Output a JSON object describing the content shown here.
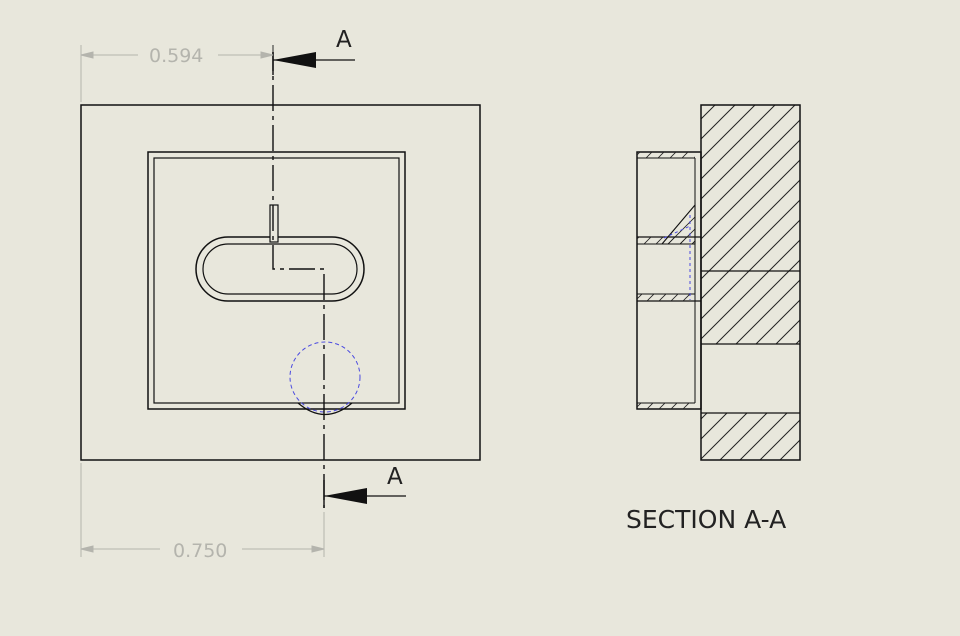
{
  "dimensions": {
    "horizontal_top": "0.594",
    "horizontal_bottom": "0.750"
  },
  "section_labels": {
    "top": "A",
    "bottom": "A"
  },
  "section_caption": "SECTION A-A",
  "colors": {
    "background": "#e8e7dc",
    "line": "#111111",
    "dimension": "#b4b4ad",
    "hidden_line": "#4a4ae0"
  }
}
